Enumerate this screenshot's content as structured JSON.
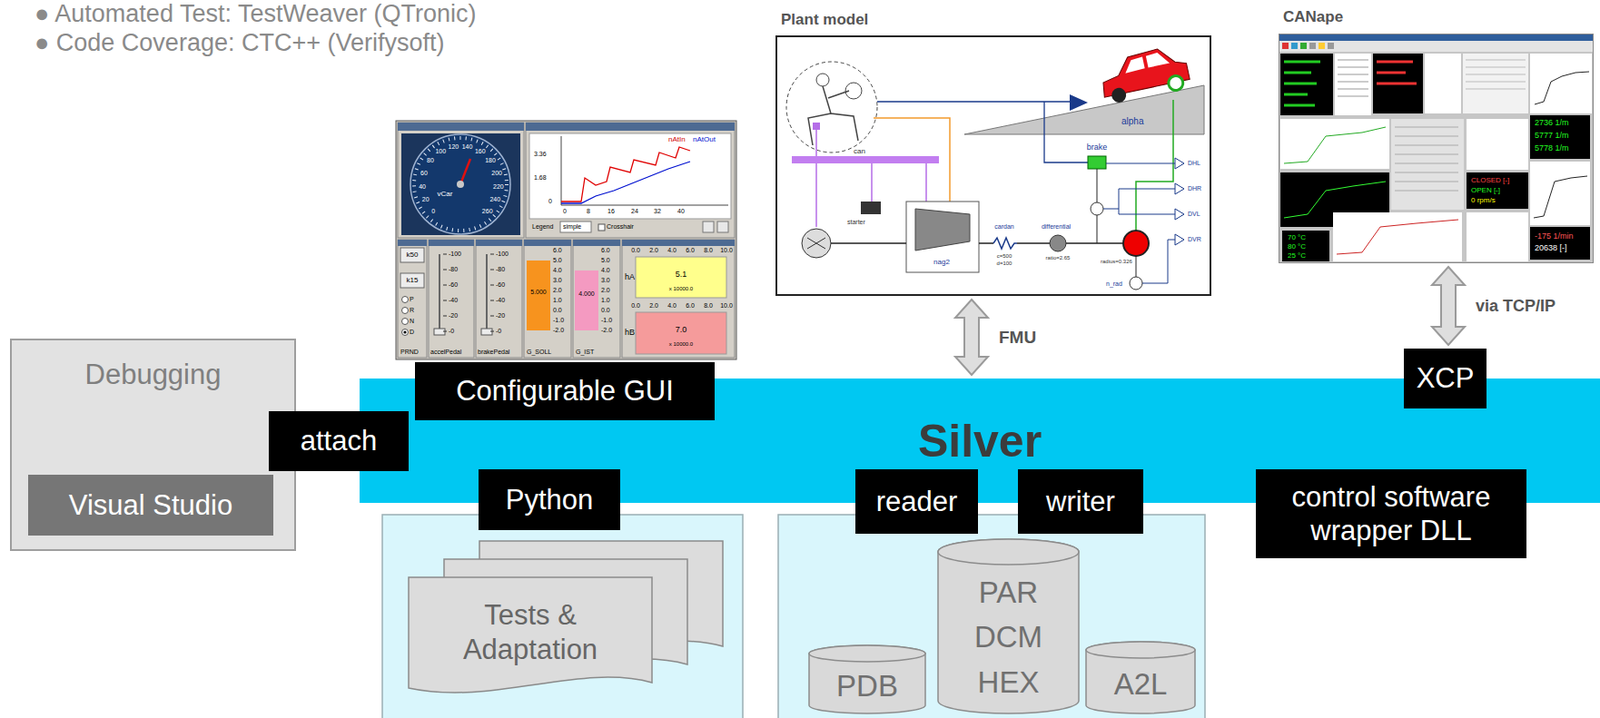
{
  "diagram": {
    "nodes": [
      {
        "text": [
          "Silver"
        ]
      },
      {
        "text": [
          "Debugging"
        ]
      },
      {
        "text": [
          "Visual Studio"
        ],
        "in": 1
      },
      {
        "text": [
          "attach"
        ]
      },
      {
        "text": [
          "Configurable GUI"
        ]
      },
      {
        "text": [
          "Plant model"
        ]
      },
      {
        "text": [
          "CANape"
        ]
      },
      {
        "text": [
          "Python"
        ]
      },
      {
        "text": [
          "Tests & Adaptation"
        ]
      },
      {
        "text": [
          "reader"
        ]
      },
      {
        "text": [
          "writer"
        ]
      },
      {
        "text": [
          "PDB"
        ]
      },
      {
        "text": [
          "PAR DCM HEX"
        ]
      },
      {
        "text": [
          "A2L"
        ]
      },
      {
        "text": [
          "XCP"
        ]
      },
      {
        "text": [
          "control software wrapper DLL"
        ]
      }
    ],
    "edges": [
      {
        "from": 5,
        "to": 0,
        "label": "FMU",
        "arrow": "both"
      },
      {
        "from": 6,
        "to": 14,
        "label": "via TCP/IP",
        "arrow": "both"
      }
    ],
    "labels": [
      "● Automated Test: TestWeaver (QTronic)",
      "● Code Coverage: CTC++ (Verifysoft)",
      "0",
      "20",
      "40",
      "60",
      "80",
      "100",
      "120",
      "140",
      "160",
      "180",
      "200",
      "220",
      "240",
      "260",
      "vCar",
      "nAtIn",
      "nAtOut",
      "3.36",
      "1.68",
      "0",
      "0",
      "8",
      "16",
      "24",
      "32",
      "40",
      "Legend",
      "simple",
      "Crosshair",
      "k50",
      "k15",
      "P",
      "R",
      "N",
      "D",
      "PRND",
      "accelPedal",
      "brakePedal",
      "G_SOLL",
      "G_IST",
      "5.000",
      "4.000",
      "hA",
      "5.1",
      "x 10000.0",
      "hB",
      "7.0",
      "x 10000.0",
      "-100",
      "-80",
      "-60",
      "-40",
      "-20",
      "-0",
      "-100",
      "-80",
      "-60",
      "-40",
      "-20",
      "-0",
      "6.0",
      "5.0",
      "4.0",
      "3.0",
      "2.0",
      "1.0",
      "0.0",
      "-1.0",
      "-2.0",
      "6.0",
      "5.0",
      "4.0",
      "3.0",
      "2.0",
      "1.0",
      "0.0",
      "-1.0",
      "-2.0",
      "0.0",
      "2.0",
      "4.0",
      "6.0",
      "8.0",
      "10.0",
      "0.0",
      "2.0",
      "4.0",
      "6.0",
      "8.0",
      "10.0",
      "can",
      "starter",
      "nag2",
      "cardan",
      "c=500",
      "d=100",
      "differential",
      "ratio=2.65",
      "brake",
      "alpha",
      "radius=0.326",
      "n_rad",
      "DHL",
      "DHR",
      "DVL",
      "DVR",
      "2736 1/m",
      "5777 1/m",
      "5778 1/m",
      "CLOSED [-]",
      "OPEN [-]",
      "0 rpm/s",
      "-175 1/min",
      "20638 [-]",
      "70 °C",
      "80 °C",
      "25 °C"
    ]
  }
}
